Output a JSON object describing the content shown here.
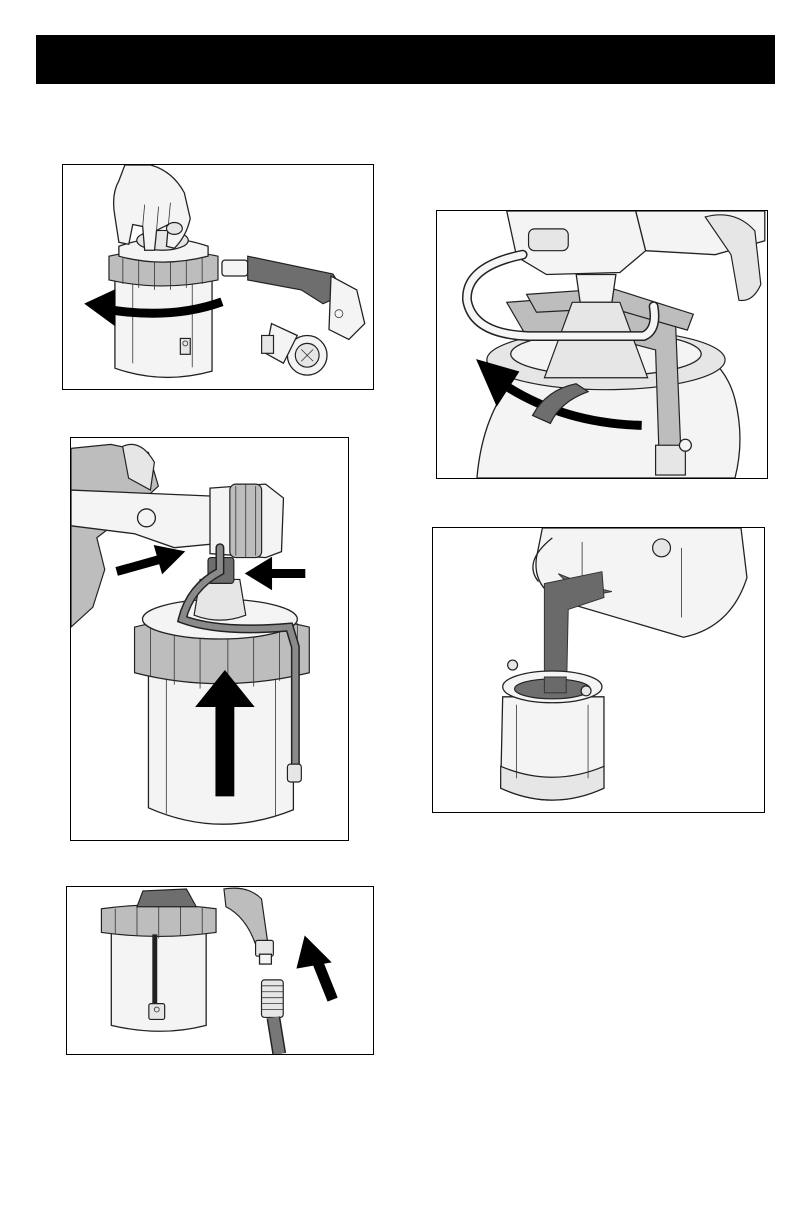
{
  "header": {
    "title": ""
  },
  "figures": [
    {
      "id": "fig-remove-cup-collar",
      "icons": [
        "hand-icon",
        "counterclockwise-arrow-icon",
        "spray-cup-icon",
        "spray-gun-icon"
      ]
    },
    {
      "id": "fig-loosen-cup-lid",
      "icons": [
        "spray-gun-icon",
        "counterclockwise-arrow-icon",
        "cup-lid-icon"
      ]
    },
    {
      "id": "fig-attach-cup-to-gun",
      "icons": [
        "spray-gun-icon",
        "up-arrow-icon",
        "press-arrow-icon",
        "spray-cup-icon"
      ]
    },
    {
      "id": "fig-pour-paint",
      "icons": [
        "paint-can-icon",
        "paint-stream-icon",
        "spray-cup-icon"
      ]
    },
    {
      "id": "fig-connect-hose",
      "icons": [
        "spray-cup-icon",
        "spray-gun-icon",
        "hose-icon",
        "up-arrow-icon"
      ]
    }
  ]
}
